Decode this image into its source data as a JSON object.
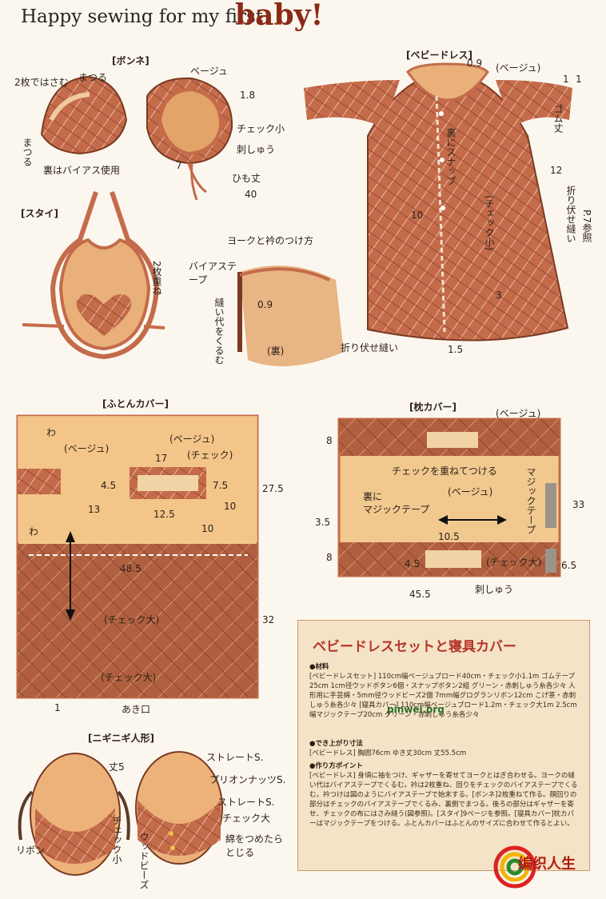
{
  "header": {
    "title": "Happy sewing for my first",
    "title_em": "baby!"
  },
  "bonnet": {
    "section": "[ボンネ]",
    "labels": {
      "hasamu": "2枚ではさむ",
      "matsuru1": "まつる",
      "matsuru2": "まつる",
      "bias": "裏はバイアス使用",
      "beige": "ベージュ",
      "n18": "1.8",
      "check_small": "チェック小",
      "embroidery": "刺しゅう",
      "n7": "7",
      "string": "ひも丈",
      "n40": "40"
    }
  },
  "bib": {
    "section": "[スタイ]",
    "label": "2枚重ね"
  },
  "yoke": {
    "section": "ヨークと衿のつけ方",
    "bias": "バイアステープ",
    "n09": "0.9",
    "margin": "縫い代をくるむ",
    "back": "(裏)",
    "fold": "折り伏せ縫い"
  },
  "dress": {
    "section": "[ベビードレス]",
    "labels": {
      "n09": "0.9",
      "beige": "(ベージュ)",
      "n1a": "1",
      "n1b": "1",
      "elastic": "ゴム丈",
      "n12": "12",
      "snap": "裏にスナップ",
      "n10": "10",
      "check_small": "(チェック小)",
      "fold": "折り伏せ縫い",
      "ref": "P.7参照",
      "n3": "3",
      "n15": "1.5"
    }
  },
  "futon": {
    "section": "[ふとんカバー]",
    "labels": {
      "wa1": "わ",
      "beige1": "(ベージュ)",
      "beige2": "(ベージュ)",
      "check": "(チェック)",
      "n17": "17",
      "n45": "4.5",
      "n75": "7.5",
      "n13": "13",
      "n125": "12.5",
      "n10a": "10",
      "n10b": "10",
      "n275": "27.5",
      "wa2": "わ",
      "n485": "48.5",
      "check_big1": "(チェック大)",
      "n32": "32",
      "check_big2": "(チェック大)",
      "n1": "1",
      "opening": "あき口"
    }
  },
  "pillow": {
    "section": "[枕カバー]",
    "labels": {
      "beige1": "(ベージュ)",
      "n8a": "8",
      "overlap": "チェックを重ねてつける",
      "back": "裏に",
      "magic1": "マジックテープ",
      "beige2": "(ベージュ)",
      "magic2": "マジックテープ",
      "n33": "33",
      "n35": "3.5",
      "n105": "10.5",
      "n8b": "8",
      "n45": "4.5",
      "check_big": "(チェック大)",
      "n65": "6.5",
      "embroidery": "刺しゅう",
      "n455": "45.5"
    }
  },
  "dolls": {
    "section": "[ニギニギ人形]",
    "labels": {
      "straight1": "ストレートS.",
      "n5": "丈5",
      "pulion": "プリオンナッツS.",
      "straight2": "ストレートS.",
      "check_big": "チェック大",
      "ribbon": "リボン",
      "check_small": "チェック小",
      "wood": "ウッドビーズ",
      "cotton": "綿をつめたらとじる"
    }
  },
  "instructions": {
    "title": "ベビードレスセットと寝具カバー",
    "materials_h": "●材料",
    "materials": "[ベビードレスセット] 110cm幅ベージュブロード40cm・チェック小1.1m ゴムテープ25cm 1cm径ウッドボタン6個・スナップボタン2組 グリーン・赤刺しゅう糸各少々 人形用に手芸綿・5mm径ウッドビーズ2個 7mm幅グログランリボン12cm こげ茶・赤刺しゅう糸各少々 [寝具カバー] 110cm幅ベージュブロード1.2m・チェック大1m 2.5cm幅マジックテープ20cm グリーン・赤刺しゅう糸各少々",
    "size_h": "●でき上がり寸法",
    "size": "[ベビードレス] 胸囲76cm ゆき丈30cm 丈55.5cm",
    "points_h": "●作り方ポイント",
    "points": "[ベビードレス] 身頃に袖をつけ、ギャザーを寄せてヨークとはぎ合わせる。ヨークの縫い代はバイアステープでくるむ。衿は2枚重ね、回りをチェックのバイアステープでくるむ。衿つけは図のようにバイアステープで始末する。[ボンネ]2枚重ねて作る。顔回りの部分はチェックのバイアステープでくるみ、裏側でまつる。後ろの部分はギャザーを寄せ、チェックの布にはさみ縫う(図参照)。[スタイ]9ページを参照。[寝具カバー]枕カバーはマジックテープをつける。ふとんカバーはふとんのサイズに合わせて作るとよい。"
  },
  "watermarks": {
    "pinwei": "pinwei.org",
    "logo": "编织人生"
  }
}
